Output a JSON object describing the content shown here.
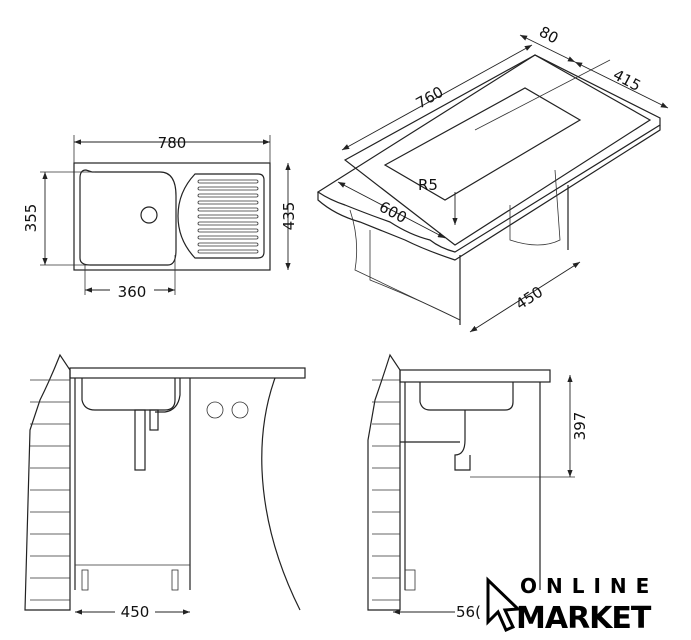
{
  "top_view": {
    "width_label": "780",
    "bowl_height_label": "355",
    "depth_label": "435",
    "bowl_width_label": "360"
  },
  "iso_view": {
    "length_label": "760",
    "rim_label": "80",
    "depth_label": "415",
    "radius_label": "R5",
    "width_label": "600",
    "cabinet_label": "450"
  },
  "front_view": {
    "cabinet_width_label": "450"
  },
  "side_view": {
    "height_label": "397",
    "cabinet_depth_label": "56("
  },
  "logo": {
    "line1": "ONLINE",
    "line2": "MARKET"
  }
}
